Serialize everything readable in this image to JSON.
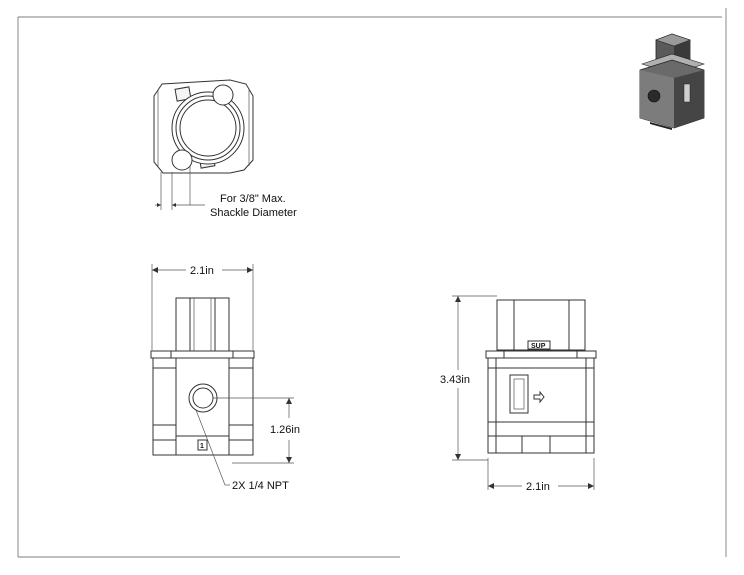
{
  "drawing": {
    "top_view": {
      "note_line1": "For 3/8\" Max.",
      "note_line2": "Shackle Diameter"
    },
    "front_view": {
      "width_dim": "2.1in",
      "height_dim": "1.26in",
      "port_note": "2X 1/4 NPT",
      "port_marker": "1"
    },
    "side_view": {
      "height_dim": "3.43in",
      "width_dim": "2.1in",
      "label_tag": "SUP"
    }
  }
}
